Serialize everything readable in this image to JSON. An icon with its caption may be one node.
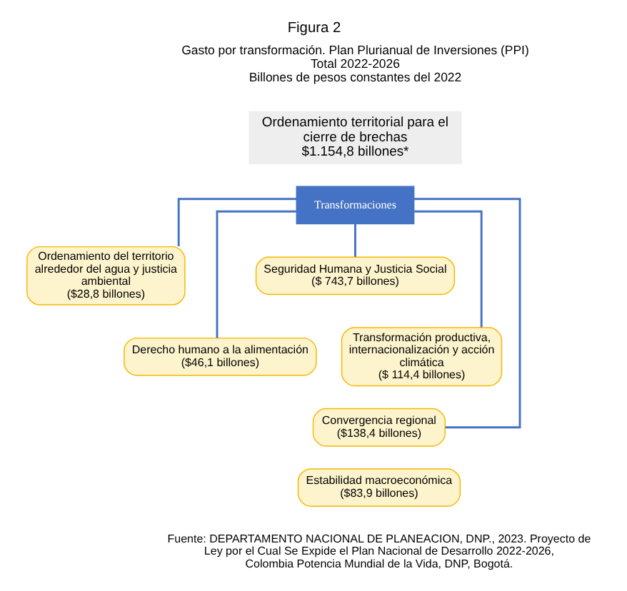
{
  "diagram": {
    "title": "Figura 2",
    "caption": "Fuente: DEPARTAMENTO NACIONAL DE PLANEACION, DNP., 2023. Proyecto de Ley por el Cual Se Expide el Plan Nacional de Desarrollo 2022-2026, Colombia Potencia Mundial de la Vida, DNP, Bogotá.",
    "nodes": [
      {
        "text": [
          "Ordenamiento territorial para el cierre de brechas",
          "$1.154,8 billones*"
        ]
      },
      {
        "text": [
          "Transformaciones"
        ]
      },
      {
        "text": [
          "Ordenamiento del territorio alrededor del agua y justicia ambiental",
          "($28,8 billones)"
        ]
      },
      {
        "text": [
          "Seguridad Humana y Justicia Social",
          "($ 743,7 billones)"
        ]
      },
      {
        "text": [
          "Derecho humano a la alimentación",
          "($46,1 billones)"
        ]
      },
      {
        "text": [
          "Transformación productiva, internacionalización y acción climática",
          "($ 114,4 billones)"
        ]
      },
      {
        "text": [
          "Convergencia regional",
          "($138,4 billones)"
        ]
      },
      {
        "text": [
          "Estabilidad macroeconómica",
          "($83,9 billones)"
        ]
      }
    ],
    "edges": [
      {
        "from": 1,
        "to": 2,
        "arrow": "none"
      },
      {
        "from": 1,
        "to": 3,
        "arrow": "none"
      },
      {
        "from": 1,
        "to": 4,
        "arrow": "none"
      },
      {
        "from": 1,
        "to": 5,
        "arrow": "none"
      },
      {
        "from": 1,
        "to": 6,
        "arrow": "none"
      }
    ],
    "labels": [
      "Gasto por transformación. Plan Plurianual de Inversiones (PPI)",
      "Total 2022-2026",
      "Billones de pesos constantes del 2022"
    ]
  }
}
